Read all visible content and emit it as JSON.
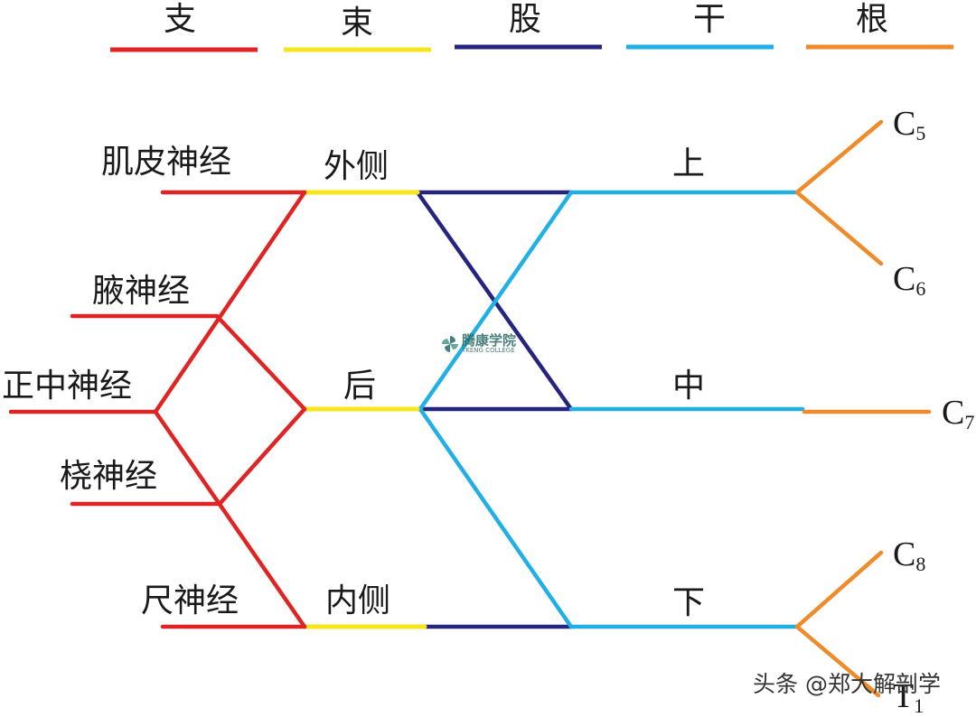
{
  "header": {
    "categories": [
      {
        "label": "支",
        "color": "#e02424"
      },
      {
        "label": "束",
        "color": "#f7e61b"
      },
      {
        "label": "股",
        "color": "#25257f"
      },
      {
        "label": "干",
        "color": "#21b0e6"
      },
      {
        "label": "根",
        "color": "#ef8b2a"
      }
    ]
  },
  "branches": {
    "musculocutaneous": "肌皮神经",
    "axillary": "腋神经",
    "median": "正中神经",
    "radial": "桡神经",
    "ulnar": "尺神经"
  },
  "cords": {
    "lateral": "外侧",
    "posterior": "后",
    "medial": "内侧"
  },
  "trunks": {
    "upper": "上",
    "middle": "中",
    "lower": "下"
  },
  "roots": {
    "c5": {
      "letter": "C",
      "sub": "5"
    },
    "c6": {
      "letter": "C",
      "sub": "6"
    },
    "c7": {
      "letter": "C",
      "sub": "7"
    },
    "c8": {
      "letter": "C",
      "sub": "8"
    },
    "t1": {
      "letter": "T",
      "sub": "1"
    }
  },
  "watermark": {
    "logo_cn": "腾康学院",
    "logo_en": "TKENG COLLEGE",
    "footer": "头条 @郑大解剖学"
  }
}
